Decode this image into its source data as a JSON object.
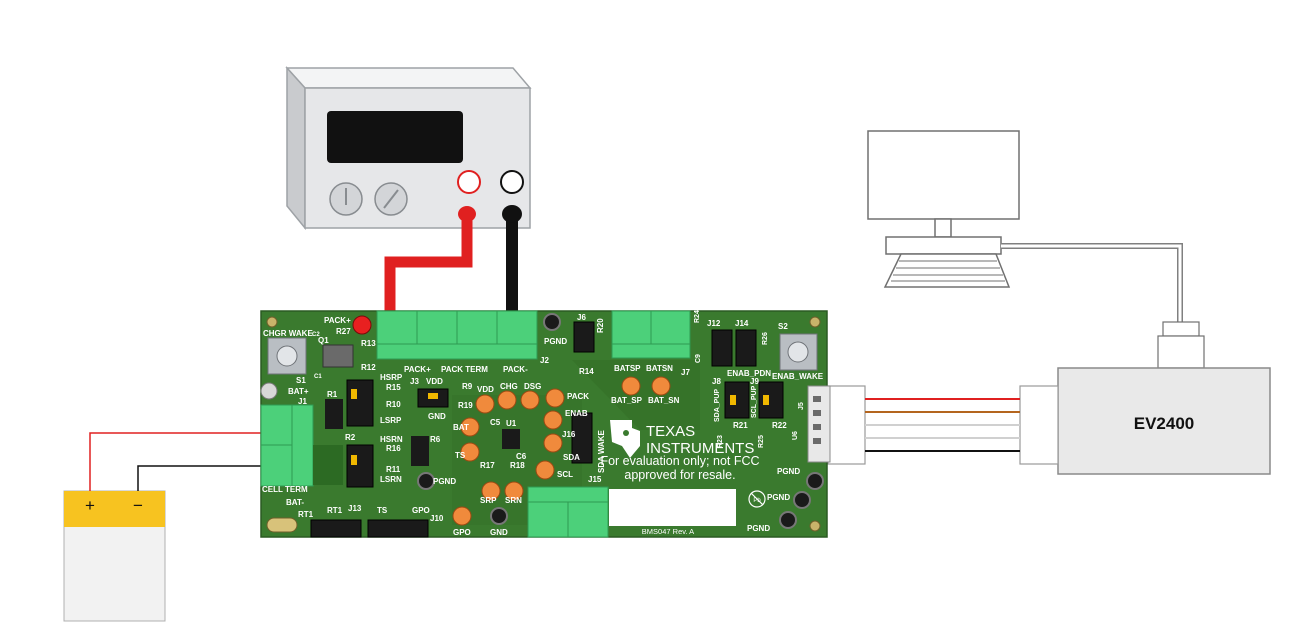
{
  "colors": {
    "board_green": "#3a7a2e",
    "board_dark": "#2f6726",
    "connector_green": "#4cd07a",
    "pad_orange": "#f08a3c",
    "wire_red": "#e02020",
    "wire_black": "#111111",
    "battery_yellow": "#f7c320",
    "psu_body": "#e6e7e9",
    "ev_body": "#e9e9e9"
  },
  "power_supply": {
    "icon": "bench-power-supply-icon"
  },
  "computer": {
    "icon": "desktop-computer-icon"
  },
  "ev2400": {
    "label": "EV2400"
  },
  "battery": {
    "plus": "+",
    "minus": "−"
  },
  "board": {
    "labels": {
      "chgr_wake": "CHGR WAKE",
      "s1": "S1",
      "pack_plus": "PACK+",
      "r27": "R27",
      "q1": "Q1",
      "c2": "C2",
      "r13": "R13",
      "r12": "R12",
      "c1": "C1",
      "bat_plus": "BAT+",
      "j1": "J1",
      "r1": "R1",
      "r2": "R2",
      "cell_term": "CELL TERM",
      "bat_minus": "BAT-",
      "rt1": "RT1",
      "hsrp": "HSRP",
      "r15": "R15",
      "r10": "R10",
      "lsrp": "LSRP",
      "hsrn": "HSRN",
      "r16": "R16",
      "r11": "R11",
      "lsrn": "LSRN",
      "pack_plus_vdd": "PACK+",
      "j3": "J3",
      "vdd": "VDD",
      "gnd": "GND",
      "r6": "R6",
      "pgnd": "PGND",
      "pack_term": "PACK TERM",
      "pack_minus": "PACK-",
      "j2": "J2",
      "r9": "R9",
      "r19": "R19",
      "vdd2": "VDD",
      "chg": "CHG",
      "dsg": "DSG",
      "pack": "PACK",
      "bat": "BAT",
      "c5": "C5",
      "u1": "U1",
      "ts": "TS",
      "c6": "C6",
      "r17": "R17",
      "r18": "R18",
      "srp": "SRP",
      "srn": "SRN",
      "enab": "ENAB",
      "j16": "J16",
      "sda": "SDA",
      "scl": "SCL",
      "j15": "J15",
      "sda_wake": "SDA WAKE",
      "j6": "J6",
      "r20": "R20",
      "pgnd_top": "PGND",
      "r14": "R14",
      "batsp": "BATSP",
      "batsn": "BATSN",
      "j7": "J7",
      "bat_sp": "BAT_SP",
      "bat_sn": "BAT_SN",
      "r24": "R24",
      "c9": "C9",
      "j12": "J12",
      "j14": "J14",
      "r26": "R26",
      "enab_pdn": "ENAB_PDN",
      "s2": "S2",
      "enab_wake": "ENAB_WAKE",
      "j8": "J8",
      "j9": "J9",
      "sda_pup": "SDA_PUP",
      "scl_pup": "SCL_PUP",
      "r23": "R23",
      "r21": "R21",
      "r25": "R25",
      "r22": "R22",
      "j5": "J5",
      "u6": "U6",
      "pgnd_r1": "PGND",
      "pgnd_r2": "PGND",
      "pgnd_r3": "PGND",
      "j13": "J13",
      "ts2": "TS",
      "gpo": "GPO",
      "j10": "J10",
      "gpo2": "GPO",
      "gnd2": "GND",
      "texas": "TEXAS",
      "instruments": "INSTRUMENTS",
      "disclaimer_1": "For evaluation only; not FCC",
      "disclaimer_2": "approved for resale.",
      "bms_rev": "BMS047 Rev. A",
      "pb": "Pb"
    }
  }
}
